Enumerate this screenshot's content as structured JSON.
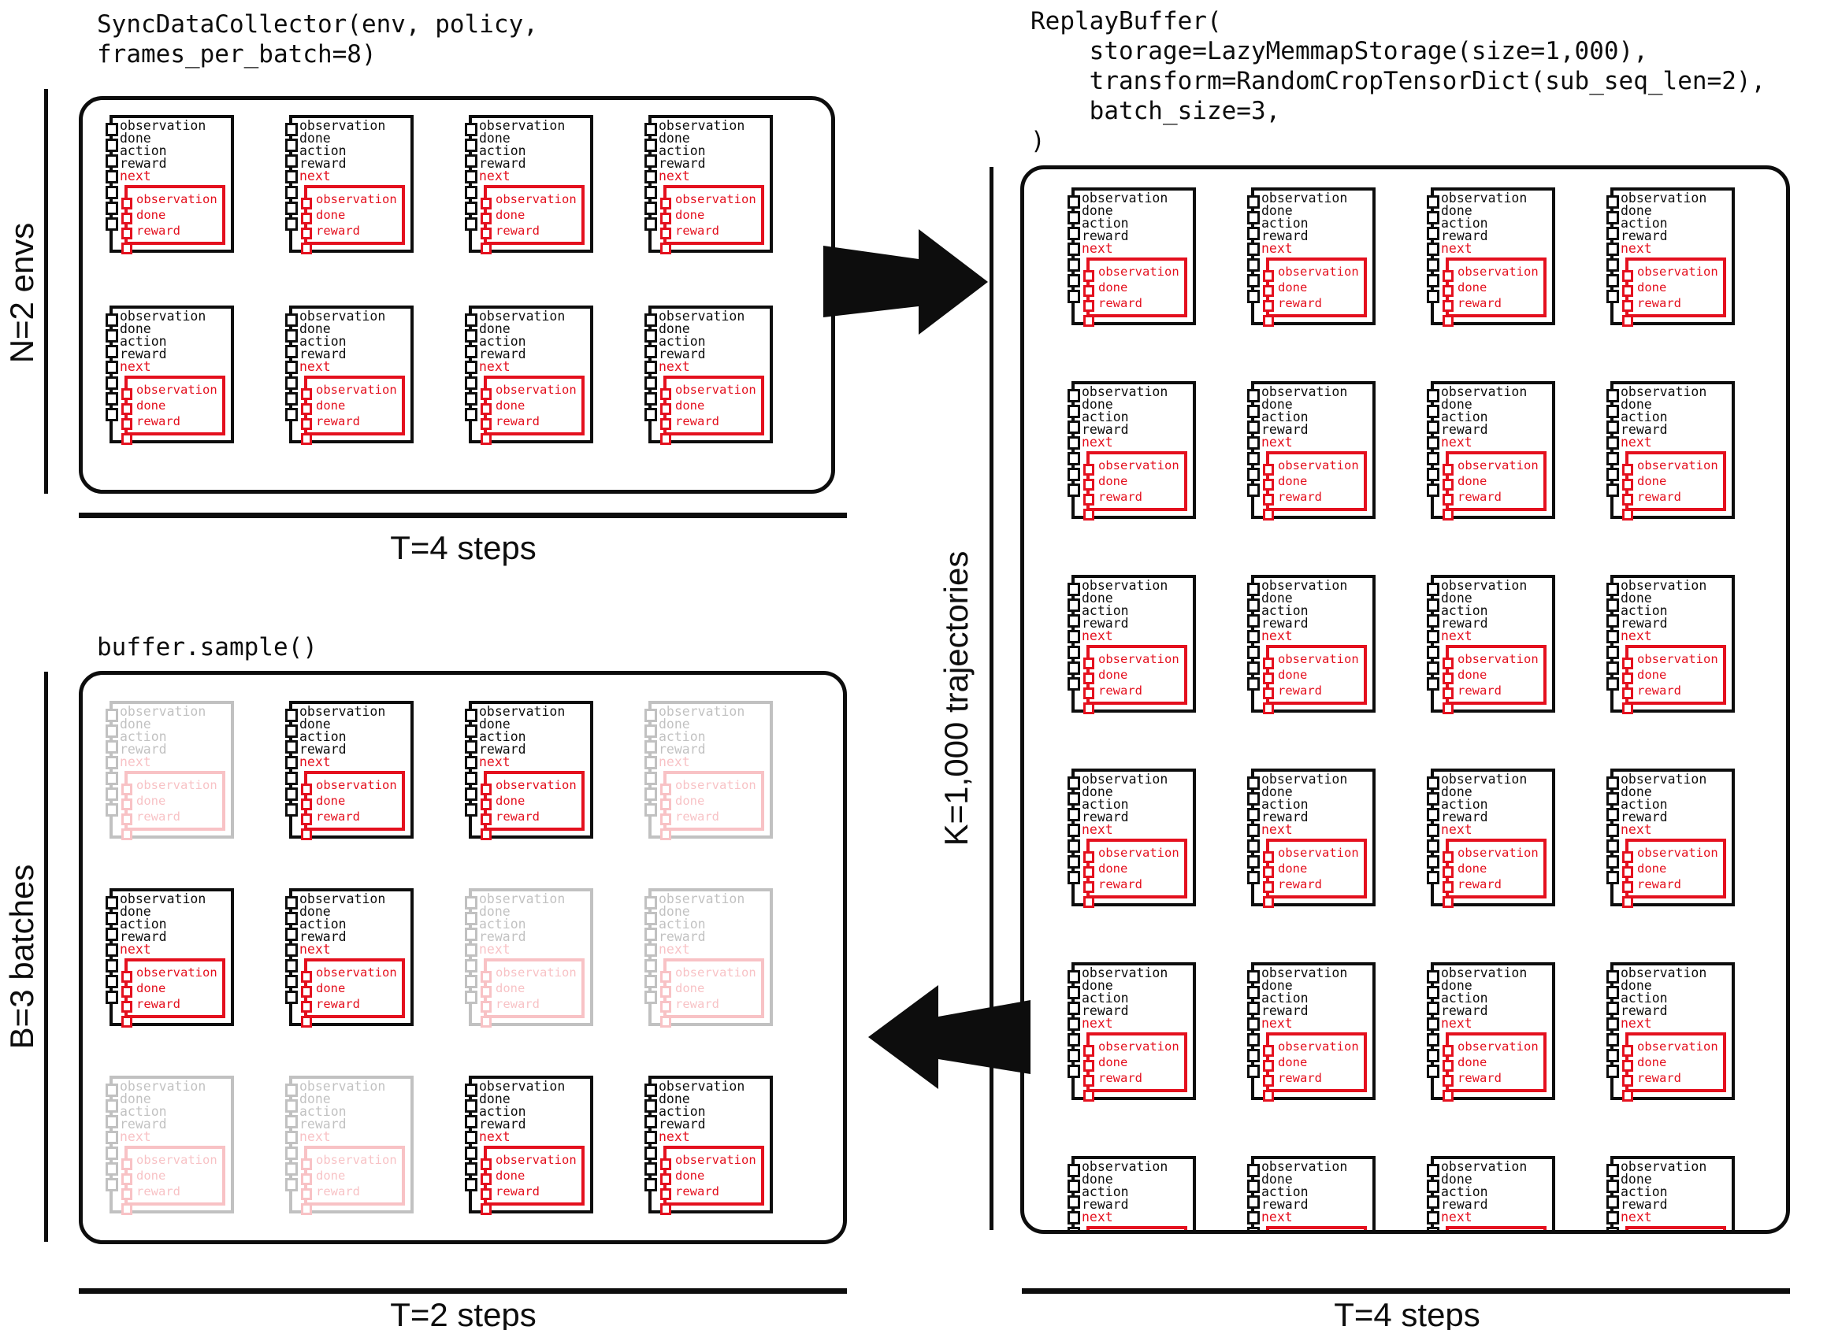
{
  "colors": {
    "ink": "#0d0d0d",
    "red": "#e4101e"
  },
  "card": {
    "root_keys": [
      "observation",
      "done",
      "action",
      "reward"
    ],
    "next_key": "next",
    "next_keys": [
      "observation",
      "done",
      "reward"
    ]
  },
  "collector": {
    "code": [
      "SyncDataCollector(env, policy,",
      "frames_per_batch=8)"
    ],
    "left_label": "N=2 envs",
    "bottom_label": "T=4 steps",
    "grid": {
      "rows": 2,
      "cols": 4,
      "faded": []
    }
  },
  "buffer": {
    "code": [
      "ReplayBuffer(",
      "    storage=LazyMemmapStorage(size=1,000),",
      "    transform=RandomCropTensorDict(sub_seq_len=2),",
      "    batch_size=3,",
      ")"
    ],
    "left_label": "K=1,000 trajectories",
    "bottom_label": "T=4 steps",
    "grid": {
      "rows": 6,
      "cols": 4,
      "faded": []
    }
  },
  "sample": {
    "code": [
      "buffer.sample()"
    ],
    "left_label": "B=3 batches",
    "bottom_label": "T=2 steps",
    "grid": {
      "rows": 3,
      "cols": 4,
      "faded": [
        [
          0,
          0
        ],
        [
          0,
          3
        ],
        [
          1,
          2
        ],
        [
          1,
          3
        ],
        [
          2,
          0
        ],
        [
          2,
          1
        ]
      ]
    }
  }
}
